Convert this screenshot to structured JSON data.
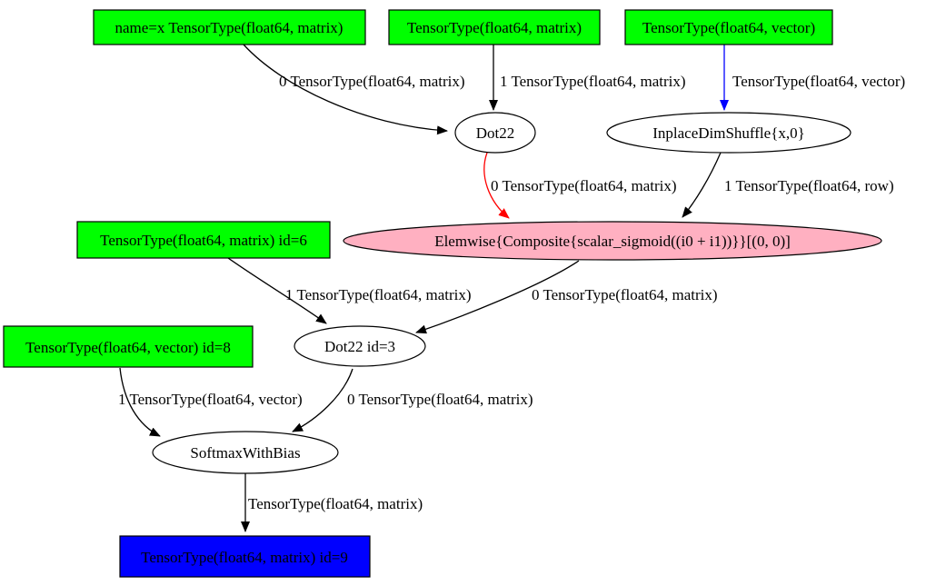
{
  "graph": {
    "description": "Computation graph with operator ellipses and tensor type boxes",
    "colors": {
      "input_node_fill": "#00ff00",
      "output_node_fill": "#0000ff",
      "inplace_op_fill": "#ffb0c1",
      "op_node_fill": "#ffffff",
      "edge_default": "#000000",
      "edge_red": "#ff0000",
      "edge_blue": "#0000ff",
      "border": "#000000",
      "text": "#000000"
    },
    "nodes": [
      {
        "id": "input-x",
        "shape": "box",
        "label": "name=x TensorType(float64, matrix)",
        "fill": "#00ff00"
      },
      {
        "id": "input-matrix",
        "shape": "box",
        "label": "TensorType(float64, matrix)",
        "fill": "#00ff00"
      },
      {
        "id": "input-vector",
        "shape": "box",
        "label": "TensorType(float64, vector)",
        "fill": "#00ff00"
      },
      {
        "id": "op-dot22",
        "shape": "ellipse",
        "label": "Dot22",
        "fill": "#ffffff"
      },
      {
        "id": "op-dimshuffle",
        "shape": "ellipse",
        "label": "InplaceDimShuffle{x,0}",
        "fill": "#ffffff"
      },
      {
        "id": "op-elemwise",
        "shape": "ellipse",
        "label": "Elemwise{Composite{scalar_sigmoid((i0 + i1))}}[(0, 0)]",
        "fill": "#ffb0c1"
      },
      {
        "id": "input-matrix-id6",
        "shape": "box",
        "label": "TensorType(float64, matrix) id=6",
        "fill": "#00ff00"
      },
      {
        "id": "op-dot22-id3",
        "shape": "ellipse",
        "label": "Dot22 id=3",
        "fill": "#ffffff"
      },
      {
        "id": "input-vector-id8",
        "shape": "box",
        "label": "TensorType(float64, vector) id=8",
        "fill": "#00ff00"
      },
      {
        "id": "op-softmax",
        "shape": "ellipse",
        "label": "SoftmaxWithBias",
        "fill": "#ffffff"
      },
      {
        "id": "output-id9",
        "shape": "box",
        "label": "TensorType(float64, matrix) id=9",
        "fill": "#0000ff"
      }
    ],
    "edges": [
      {
        "from": "input-x",
        "to": "op-dot22",
        "label": "0 TensorType(float64, matrix)",
        "color": "#000000"
      },
      {
        "from": "input-matrix",
        "to": "op-dot22",
        "label": "1 TensorType(float64, matrix)",
        "color": "#000000"
      },
      {
        "from": "input-vector",
        "to": "op-dimshuffle",
        "label": "TensorType(float64, vector)",
        "color": "#0000ff"
      },
      {
        "from": "op-dot22",
        "to": "op-elemwise",
        "label": "0 TensorType(float64, matrix)",
        "color": "#ff0000"
      },
      {
        "from": "op-dimshuffle",
        "to": "op-elemwise",
        "label": "1 TensorType(float64, row)",
        "color": "#000000"
      },
      {
        "from": "input-matrix-id6",
        "to": "op-dot22-id3",
        "label": "1 TensorType(float64, matrix)",
        "color": "#000000"
      },
      {
        "from": "op-elemwise",
        "to": "op-dot22-id3",
        "label": "0 TensorType(float64, matrix)",
        "color": "#000000"
      },
      {
        "from": "input-vector-id8",
        "to": "op-softmax",
        "label": "1 TensorType(float64, vector)",
        "color": "#000000"
      },
      {
        "from": "op-dot22-id3",
        "to": "op-softmax",
        "label": "0 TensorType(float64, matrix)",
        "color": "#000000"
      },
      {
        "from": "op-softmax",
        "to": "output-id9",
        "label": "TensorType(float64, matrix)",
        "color": "#000000"
      }
    ]
  }
}
